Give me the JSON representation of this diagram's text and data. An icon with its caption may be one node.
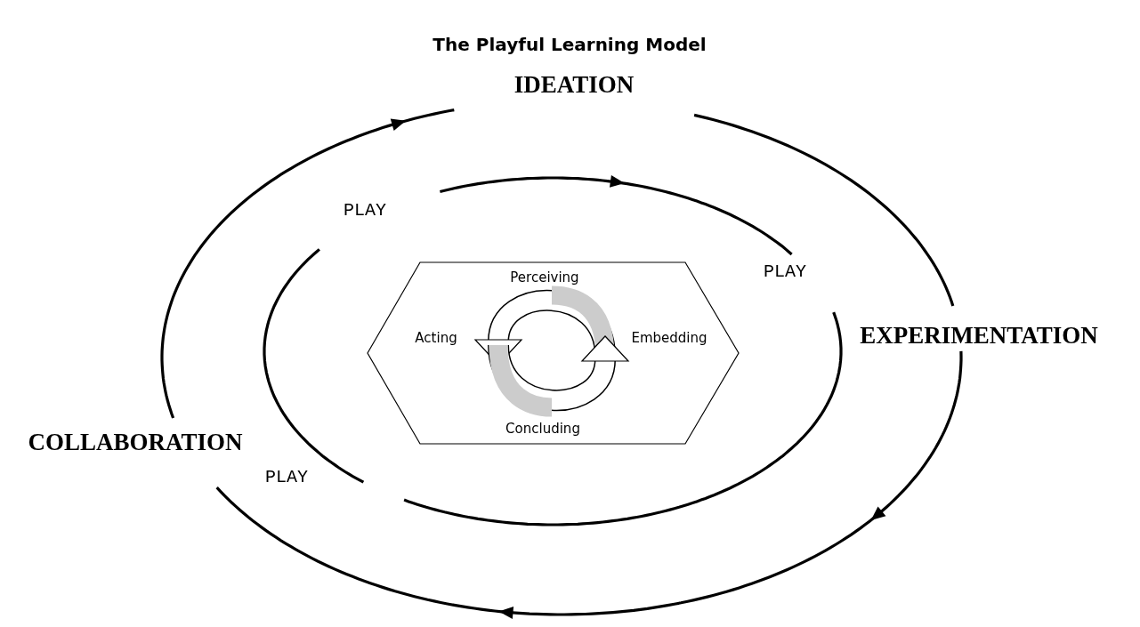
{
  "diagram": {
    "title": "The Playful Learning Model",
    "nodes": [
      {
        "text": [
          "Perceiving",
          "Acting",
          "Embedding",
          "Concluding"
        ]
      }
    ],
    "edges": [],
    "labels": [
      "IDEATION",
      "PLAY",
      "PLAY",
      "EXPERIMENTATION",
      "COLLABORATION",
      "PLAY"
    ]
  }
}
